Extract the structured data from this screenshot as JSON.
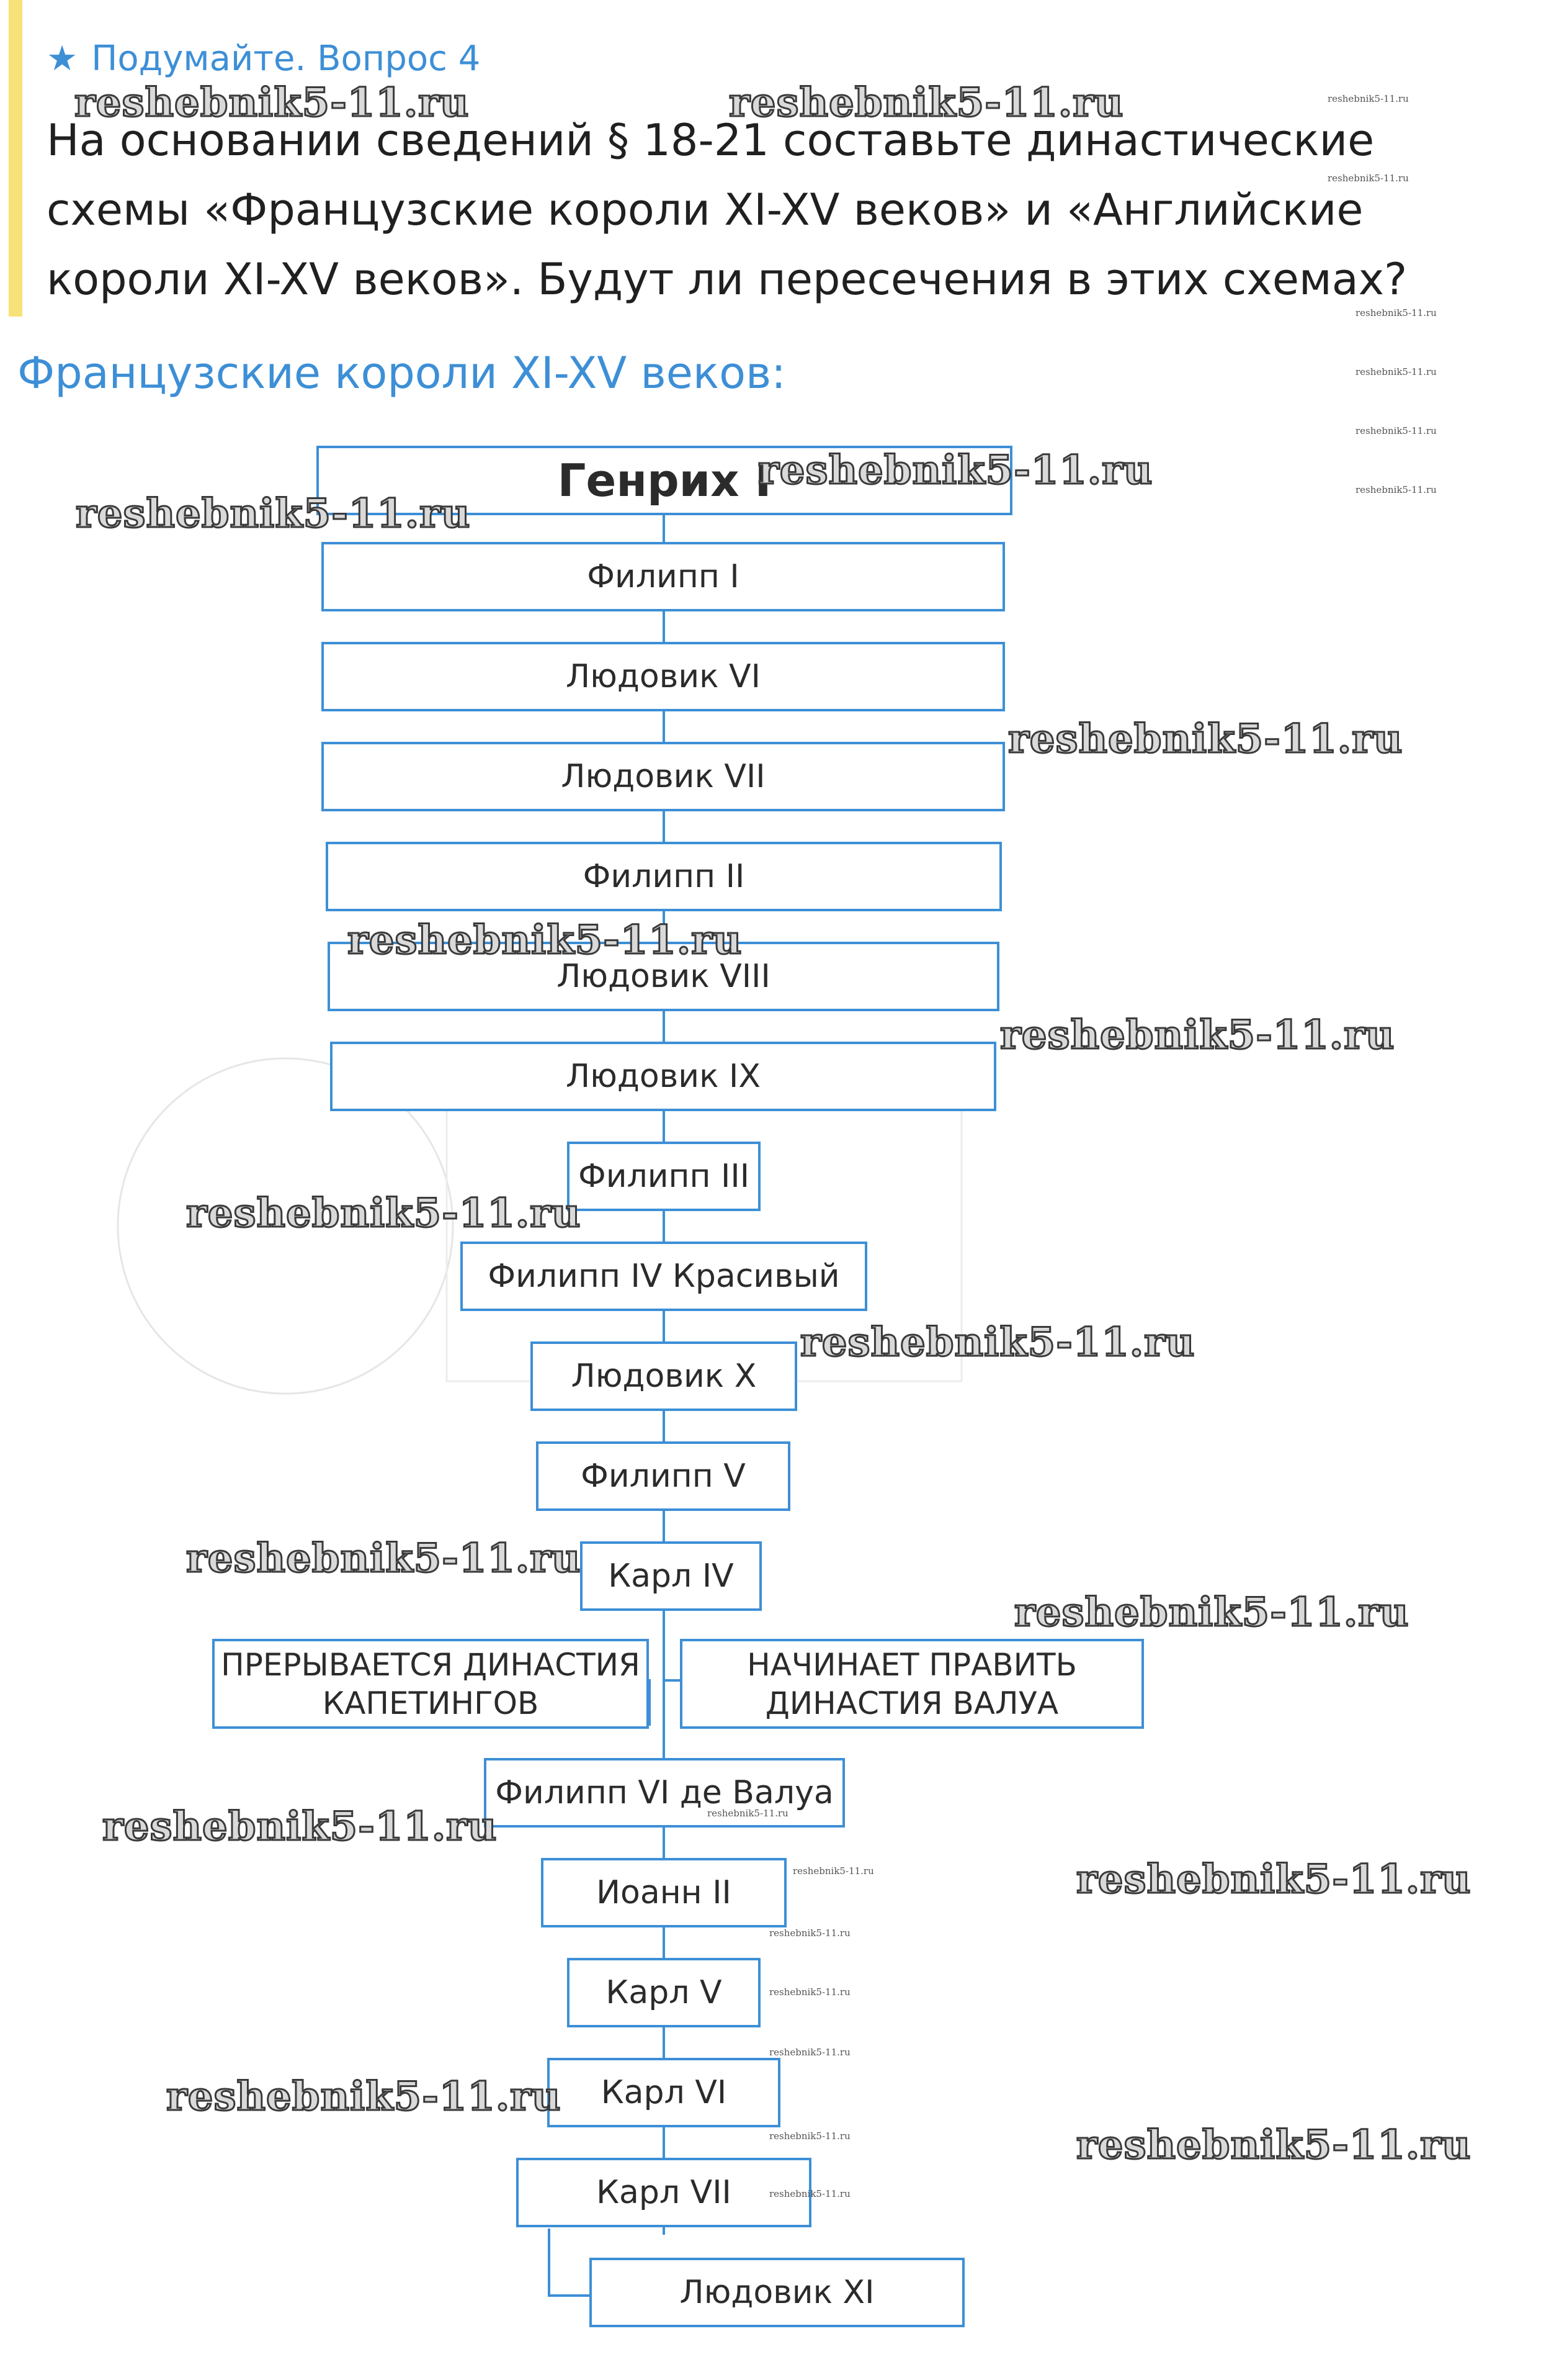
{
  "question": {
    "title": "Подумайте. Вопрос 4",
    "text": "На основании сведений § 18-21 составьте династические схемы «Французские короли XI-XV веков» и «Английские короли XI-XV веков». Будут ли пересечения в этих схемах?"
  },
  "section_title": "Французские короли XI-XV веков:",
  "tree": {
    "kings": [
      "Генрих I",
      "Филипп I",
      "Людовик VI",
      "Людовик VII",
      "Филипп II",
      "Людовик VIII",
      "Людовик IX",
      "Филипп III",
      "Филипп IV Красивый",
      "Людовик X",
      "Филипп V",
      "Карл IV"
    ],
    "note_left": [
      "ПРЕРЫВАЕТСЯ ДИНАСТИЯ",
      "КАПЕТИНГОВ"
    ],
    "note_right": [
      "НАЧИНАЕТ ПРАВИТЬ",
      "ДИНАСТИЯ ВАЛУА"
    ],
    "kings_valois": [
      "Филипп VI де Валуа",
      "Иоанн II",
      "Карл V",
      "Карл VI",
      "Карл VII",
      "Людовик XI"
    ]
  },
  "watermark": "reshebnik5-11.ru",
  "colors": {
    "accent": "#3d8fd6",
    "quote_bar": "#f7e27a"
  }
}
